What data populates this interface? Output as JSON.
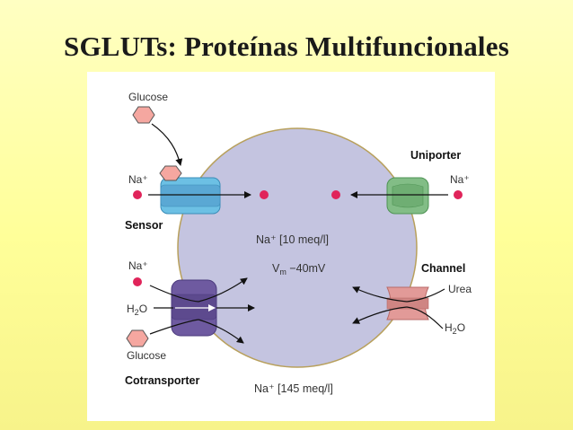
{
  "slide": {
    "title": "SGLUTs: Proteínas Multifuncionales"
  },
  "diagram": {
    "glucose_top": "Glucose",
    "na_left": "Na⁺",
    "sensor": "Sensor",
    "uniporter": "Uniporter",
    "na_right": "Na⁺",
    "inside_conc": "Na⁺ [10 meq/l]",
    "vm_symbol": "V",
    "vm_sub": "m",
    "vm_value": " −40mV",
    "na_cotrans": "Na⁺",
    "h2o_left_main": "H",
    "h2o_left_sub": "2",
    "h2o_left_end": "O",
    "glucose_bottom": "Glucose",
    "cotransporter": "Cotransporter",
    "outside_conc": "Na⁺ [145 meq/l]",
    "channel": "Channel",
    "urea": "Urea",
    "h2o_right_main": "H",
    "h2o_right_sub": "2",
    "h2o_right_end": "O"
  },
  "colors": {
    "cell_fill": "#c4c4e0",
    "cell_stroke": "#b8a05c",
    "sodium_dot": "#e0245a",
    "glucose_fill": "#f5a7a0",
    "sensor_protein": "#6cc0e4",
    "uniporter_protein": "#82bd86",
    "cotransporter_protein": "#6e5aa0",
    "channel_protein": "#e29a98"
  }
}
